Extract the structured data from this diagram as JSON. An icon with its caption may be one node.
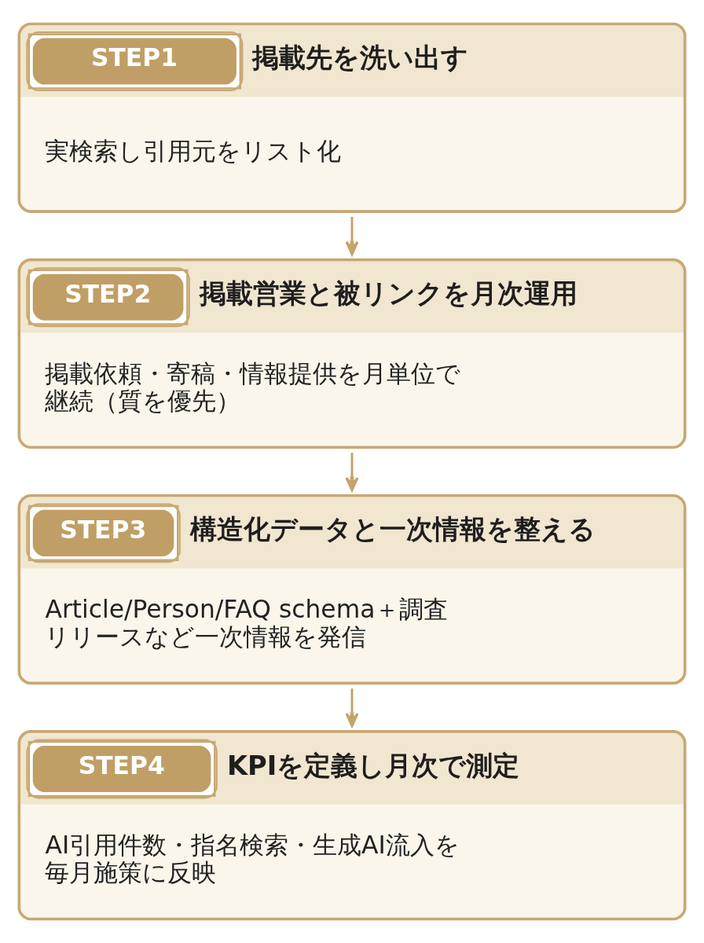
{
  "diagram": {
    "nodes": [
      {
        "text": [
          "STEP1",
          "掲載先を洗い出す",
          "実検索し引用元をリスト化"
        ]
      },
      {
        "text": [
          "STEP2",
          "掲載営業と被リンクを月次運用",
          "掲載依頼・寄稿・情報提供を月単位で継続（質を優先）"
        ]
      },
      {
        "text": [
          "STEP3",
          "構造化データと一次情報を整える",
          "Article/Person/FAQ schema＋調査リリースなど一次情報を発信"
        ]
      },
      {
        "text": [
          "STEP4",
          "KPIを定義し月次で測定",
          "AI引用件数・指名検索・生成AI流入を毎月施策に反映"
        ]
      }
    ],
    "edges": [
      {
        "from": 0,
        "to": 1,
        "arrow": "to"
      },
      {
        "from": 1,
        "to": 2,
        "arrow": "to"
      },
      {
        "from": 2,
        "to": 3,
        "arrow": "to"
      }
    ]
  }
}
